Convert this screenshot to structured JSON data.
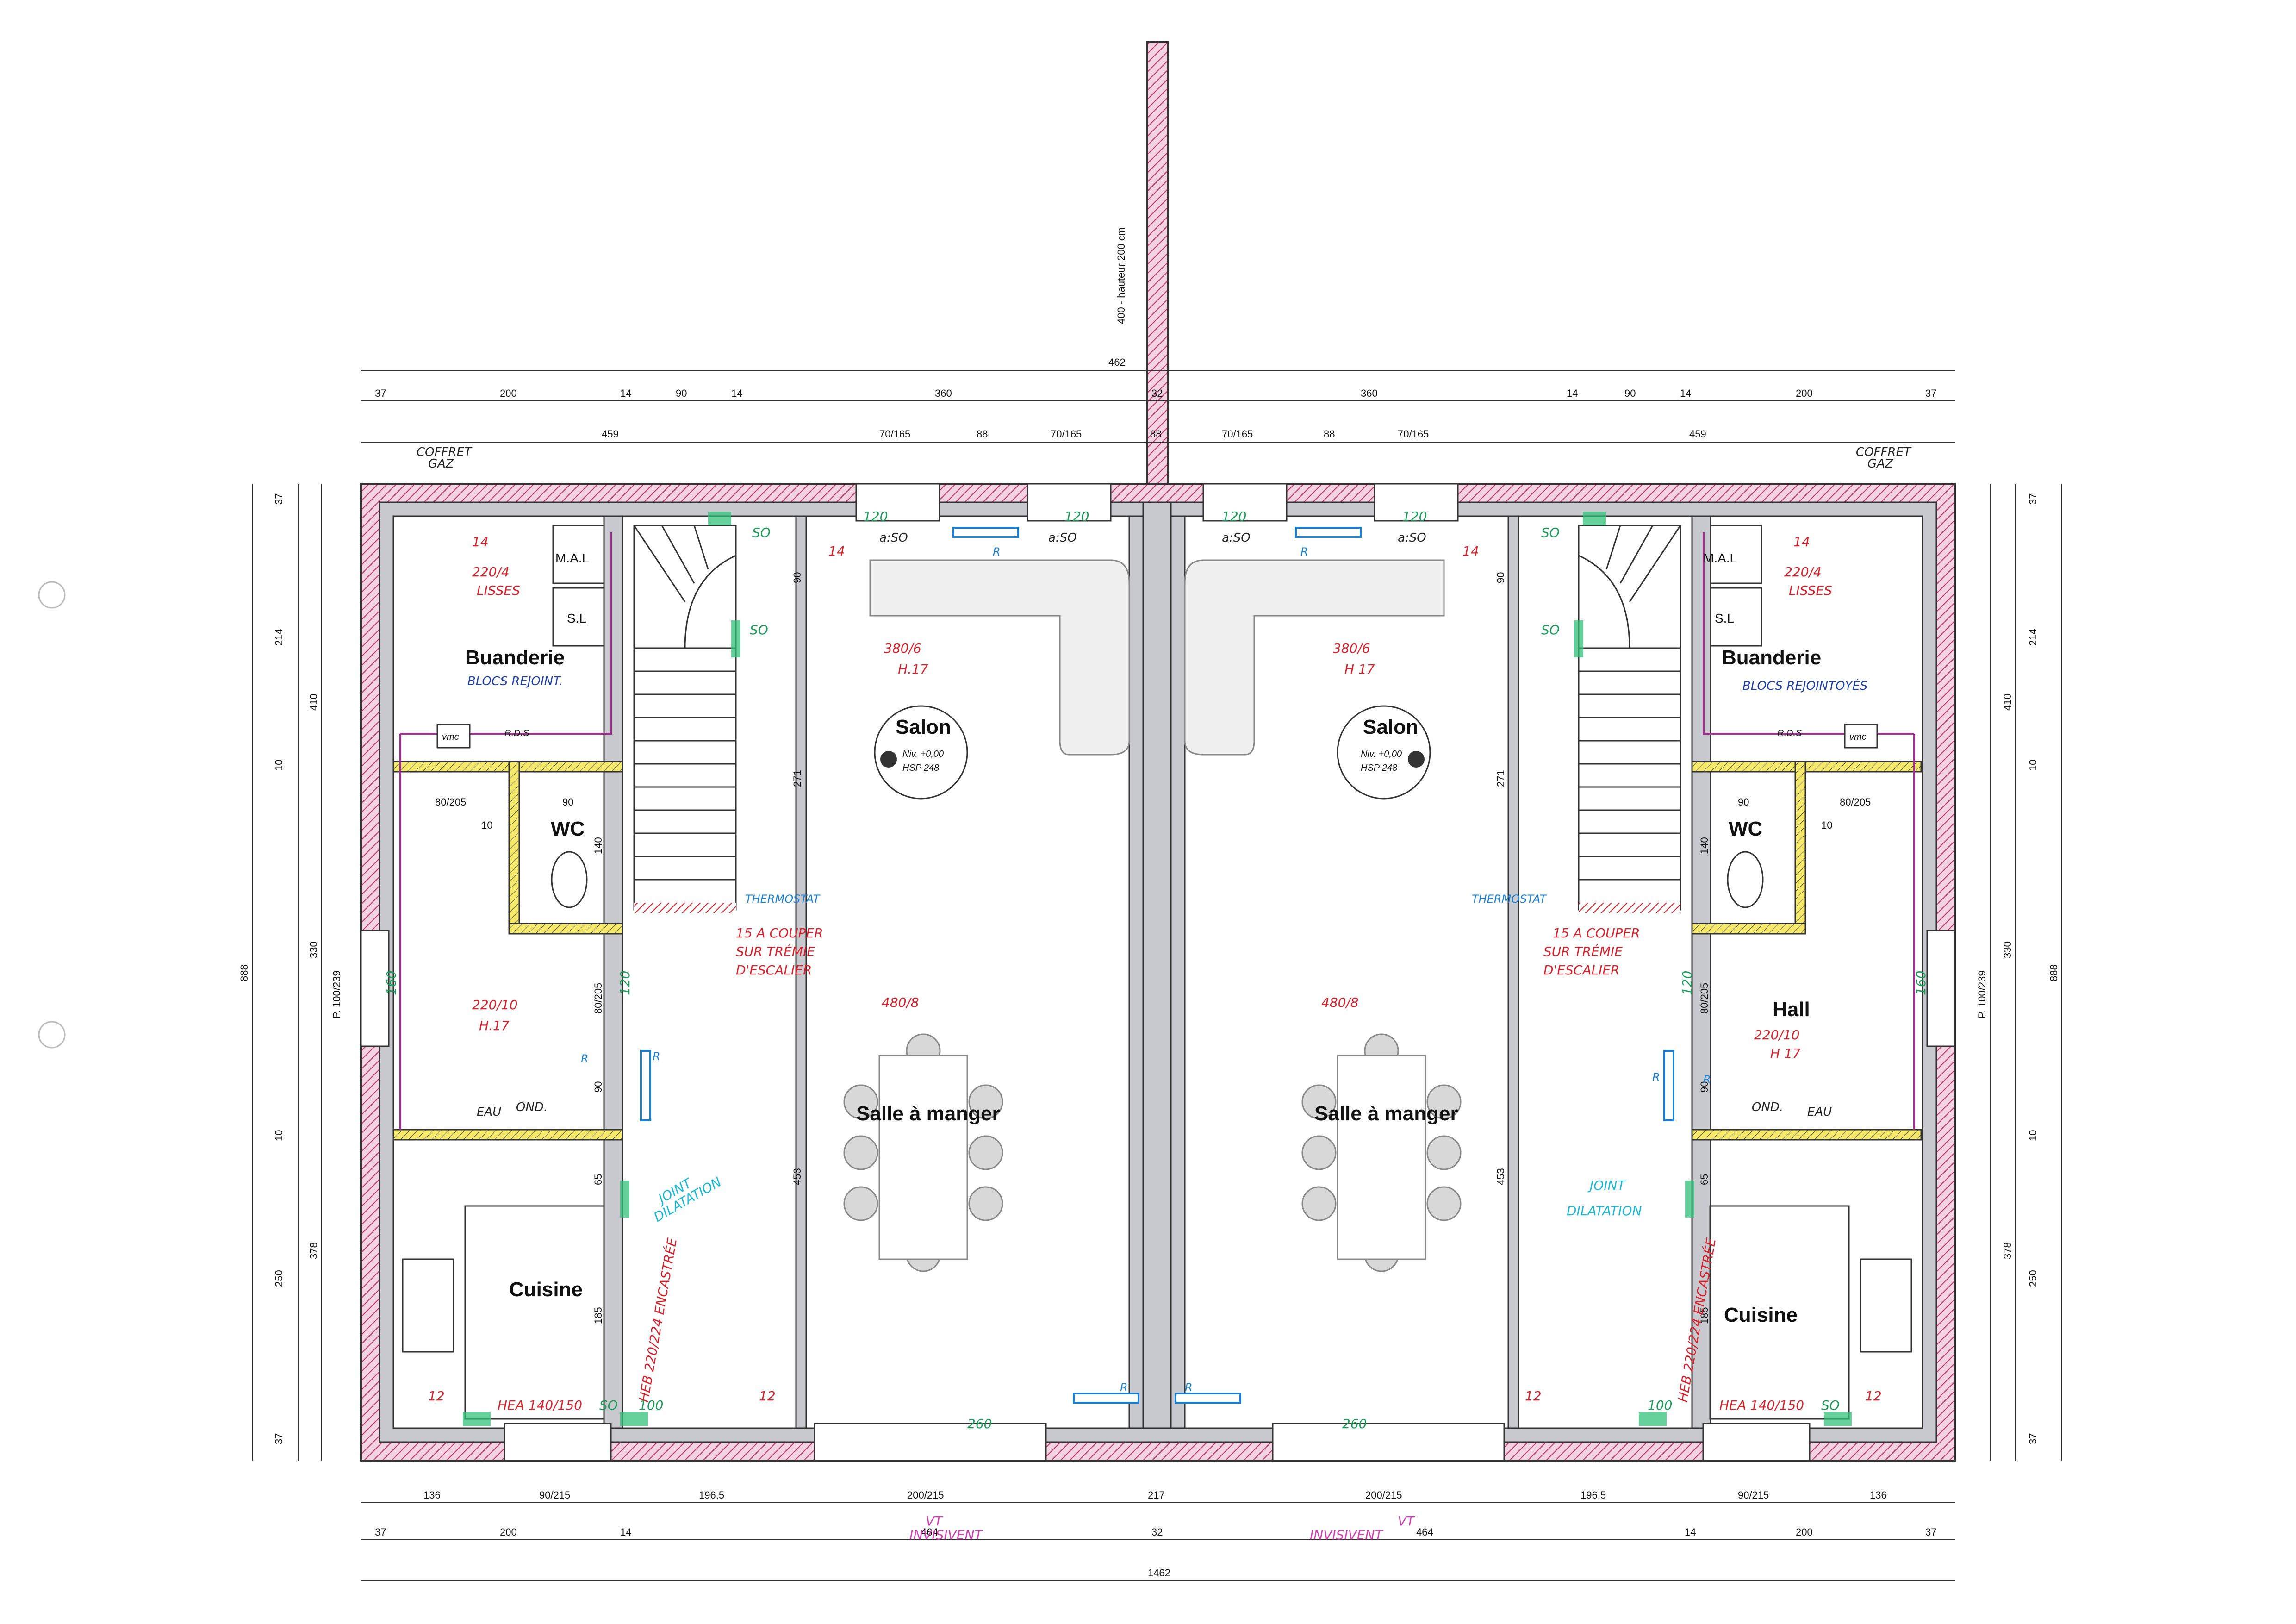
{
  "chimney": {
    "label": "400 - hauteur 200 cm"
  },
  "dims_top": {
    "total_half": "462",
    "row1": [
      "37",
      "200",
      "14",
      "90",
      "14",
      "360",
      "32",
      "360",
      "14",
      "90",
      "14",
      "200",
      "37"
    ],
    "row2": [
      "459",
      "70/165",
      "88",
      "70/165",
      "88",
      "70/165",
      "88",
      "70/165",
      "459"
    ]
  },
  "dims_bottom": {
    "row1": [
      "136",
      "90/215",
      "196,5",
      "200/215",
      "217",
      "200/215",
      "196,5",
      "90/215",
      "136"
    ],
    "row2": [
      "37",
      "200",
      "14",
      "464",
      "32",
      "464",
      "14",
      "200",
      "37"
    ],
    "total": "1462"
  },
  "dims_side": {
    "left_outer": "888",
    "left_mid": [
      "410",
      "330",
      "378"
    ],
    "left_inner": [
      "37",
      "214",
      "10",
      "10",
      "250",
      "37"
    ],
    "right_outer": "888",
    "right_mid": [
      "410",
      "330",
      "378"
    ],
    "right_inner": [
      "37",
      "214",
      "10",
      "10",
      "250",
      "37"
    ],
    "window_label": "P. 100/239"
  },
  "interior_dims": {
    "h90": "90",
    "h271": "271",
    "h453": "453",
    "d80_205": "80/205",
    "h140": "140",
    "h185": "185",
    "h65": "65",
    "w90": "90",
    "w10": "10"
  },
  "rooms_left": {
    "buanderie": "Buanderie",
    "mal": "M.A.L",
    "sl": "S.L",
    "wc": "WC",
    "salon": "Salon",
    "salle": "Salle à manger",
    "cuisine": "Cuisine"
  },
  "rooms_right": {
    "buanderie": "Buanderie",
    "mal": "M.A.L",
    "sl": "S.L",
    "wc": "WC",
    "salon": "Salon",
    "salle": "Salle à manger",
    "cuisine": "Cuisine",
    "hall": "Hall"
  },
  "level_marker": {
    "niv": "Niv. +0,00",
    "hsp": "HSP 248"
  },
  "fixtures": {
    "vmc": "vmc",
    "rds": "R.D.S"
  },
  "annotations": {
    "coffret": "COFFRET",
    "gaz": "GAZ",
    "red_220_4": "220/4",
    "lisses": "LISSES",
    "blocs_left": "BLOCS REJOINT.",
    "blocs_right": "BLOCS REJOINTOYÉS",
    "red_380_6": "380/6",
    "red_h17": "H.17",
    "red_h17b": "H 17",
    "red_480_8": "480/8",
    "red_220_10": "220/10",
    "thermostat": "THERMOSTAT",
    "couper1": "15 A COUPER",
    "couper2": "SUR TRÉMIE",
    "couper3": "D'ESCALIER",
    "joint1": "JOINT",
    "joint2": "DILATATION",
    "heb_left": "HEB 220/224 ENCASTRÉE",
    "heb_right": "HEB 220/224 ENCASTRÉE",
    "hea": "HEA 140/150",
    "so": "SO",
    "vt1": "VT",
    "vt2": "INVISIVENT",
    "a50": "a:SO",
    "n120": "120",
    "n100": "100",
    "n160": "160",
    "n260": "260",
    "n14": "14",
    "n12": "12",
    "r": "R",
    "eau": "EAU",
    "ond": "OND."
  }
}
